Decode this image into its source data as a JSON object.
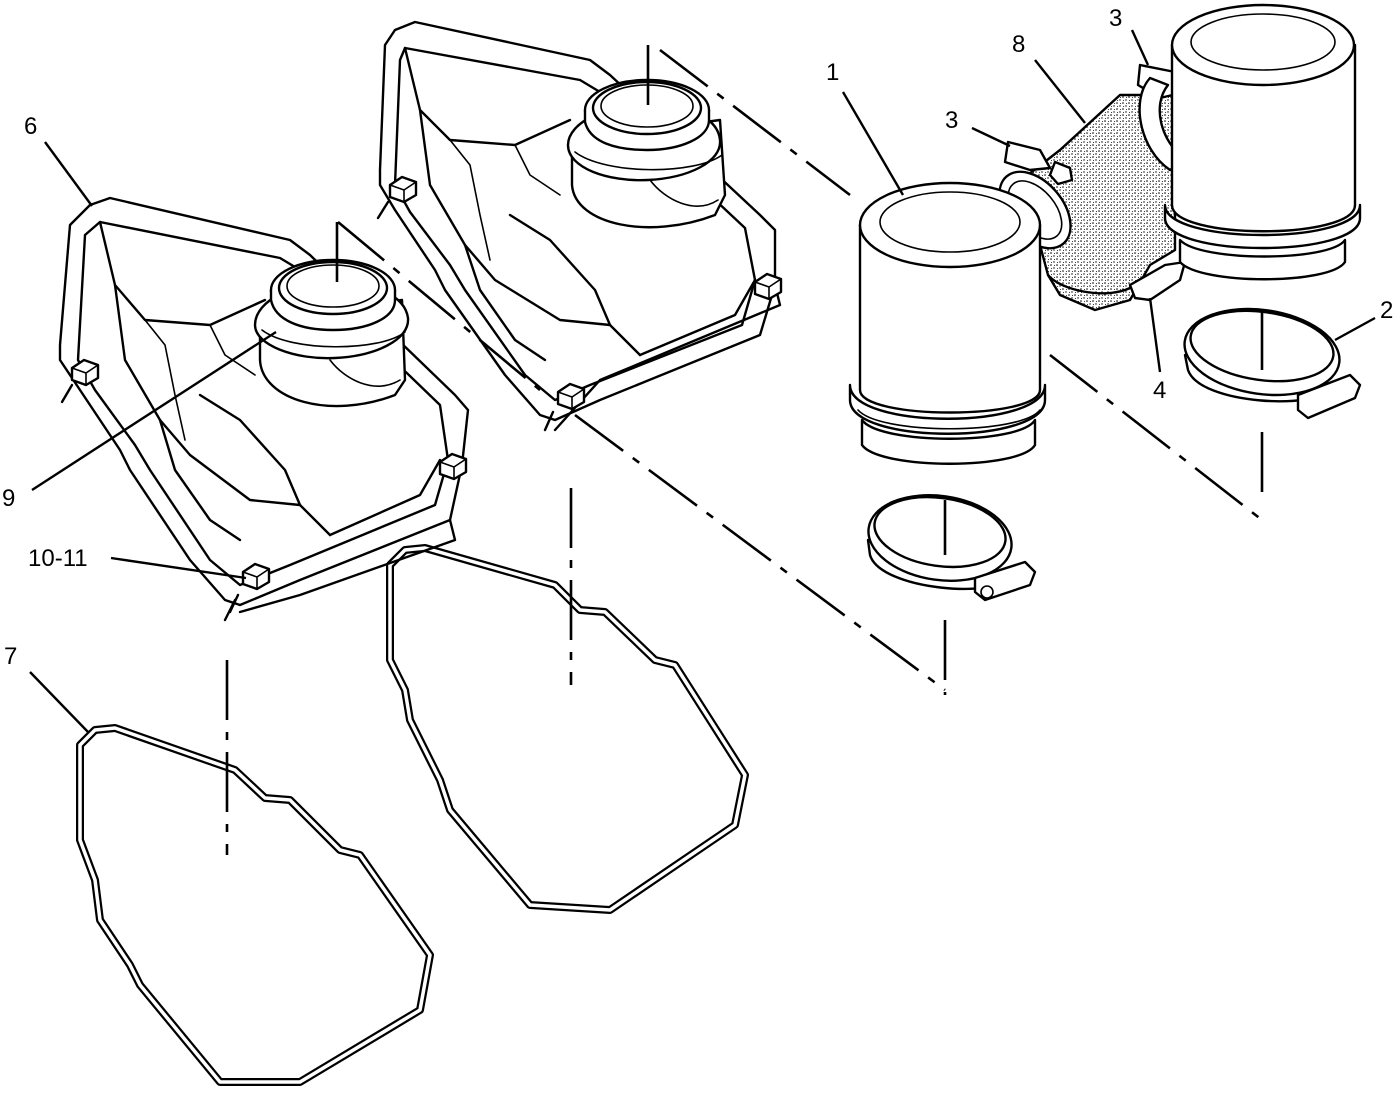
{
  "callouts": [
    {
      "id": "c1",
      "text": "1"
    },
    {
      "id": "c2",
      "text": "2"
    },
    {
      "id": "c3a",
      "text": "3"
    },
    {
      "id": "c3b",
      "text": "3"
    },
    {
      "id": "c4",
      "text": "4"
    },
    {
      "id": "c6",
      "text": "6"
    },
    {
      "id": "c7",
      "text": "7"
    },
    {
      "id": "c8",
      "text": "8"
    },
    {
      "id": "c9",
      "text": "9"
    },
    {
      "id": "c10",
      "text": "10-11"
    }
  ]
}
